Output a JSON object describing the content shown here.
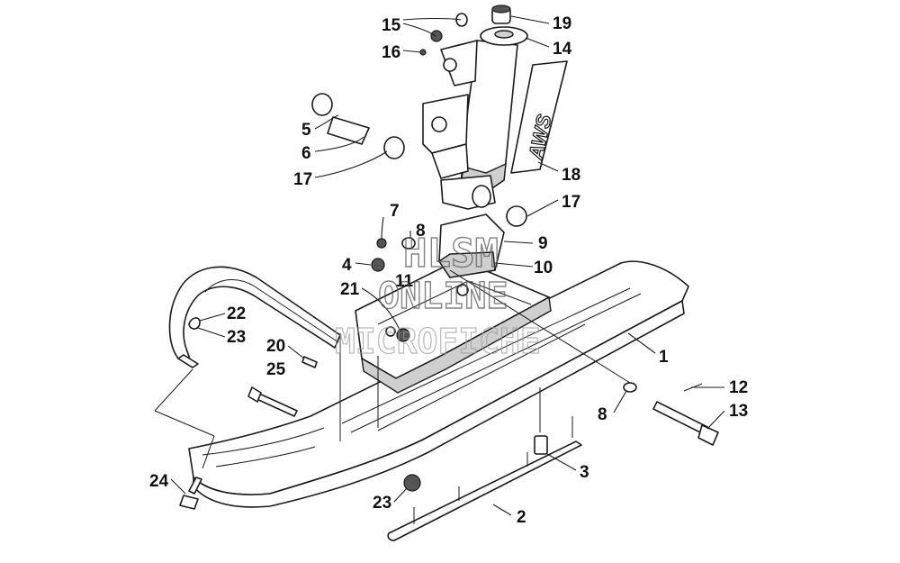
{
  "diagram": {
    "callouts": [
      {
        "id": "c15",
        "label": "15"
      },
      {
        "id": "c19",
        "label": "19"
      },
      {
        "id": "c16",
        "label": "16"
      },
      {
        "id": "c14",
        "label": "14"
      },
      {
        "id": "c5",
        "label": "5"
      },
      {
        "id": "c6",
        "label": "6"
      },
      {
        "id": "c17a",
        "label": "17"
      },
      {
        "id": "c18",
        "label": "18"
      },
      {
        "id": "c17b",
        "label": "17"
      },
      {
        "id": "c7",
        "label": "7"
      },
      {
        "id": "c8a",
        "label": "8"
      },
      {
        "id": "c9",
        "label": "9"
      },
      {
        "id": "c4",
        "label": "4"
      },
      {
        "id": "c11",
        "label": "11"
      },
      {
        "id": "c10",
        "label": "10"
      },
      {
        "id": "c21",
        "label": "21"
      },
      {
        "id": "c22",
        "label": "22"
      },
      {
        "id": "c23a",
        "label": "23"
      },
      {
        "id": "c1",
        "label": "1"
      },
      {
        "id": "c20",
        "label": "20"
      },
      {
        "id": "c25",
        "label": "25"
      },
      {
        "id": "c12",
        "label": "12"
      },
      {
        "id": "c8b",
        "label": "8"
      },
      {
        "id": "c13",
        "label": "13"
      },
      {
        "id": "c3",
        "label": "3"
      },
      {
        "id": "c24",
        "label": "24"
      },
      {
        "id": "c23b",
        "label": "23"
      },
      {
        "id": "c2",
        "label": "2"
      }
    ],
    "spindle_logo": "AWS"
  },
  "watermark": {
    "line1": "HLSM",
    "line2": "ONLINE",
    "line3": "MICROFICHE"
  }
}
